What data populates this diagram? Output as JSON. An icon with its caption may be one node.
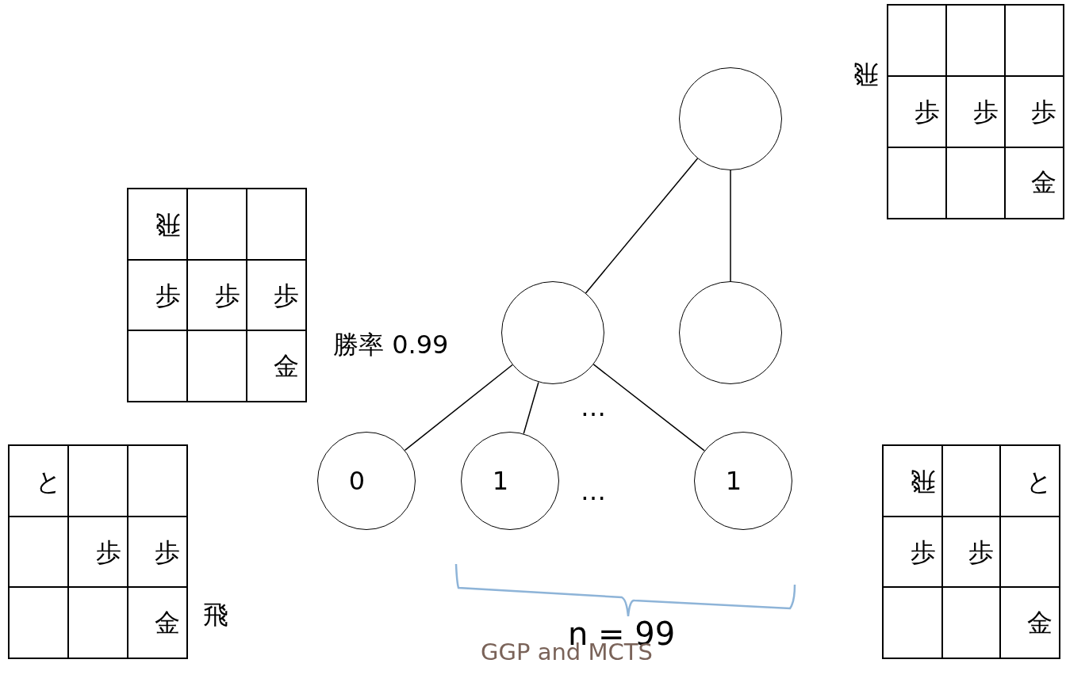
{
  "diagram": {
    "caption": "GGP and MCTS",
    "nodes": [
      {
        "text": [],
        "shape": "circle"
      },
      {
        "text": [],
        "shape": "circle",
        "beside": [
          "勝率 0.99"
        ]
      },
      {
        "text": [],
        "shape": "circle"
      },
      {
        "text": [
          "0"
        ]
      },
      {
        "text": [
          "1"
        ]
      },
      {
        "text": [
          "1"
        ]
      }
    ],
    "edges": [
      {
        "from": 0,
        "to": 1,
        "arrow": "none"
      },
      {
        "from": 0,
        "to": 2,
        "arrow": "none"
      },
      {
        "from": 1,
        "to": 3,
        "arrow": "none"
      },
      {
        "from": 1,
        "to": 4,
        "arrow": "none"
      },
      {
        "from": 1,
        "to": 5,
        "arrow": "none"
      }
    ],
    "labels": [
      "飛",
      "歩",
      "歩",
      "歩",
      "金",
      "飛",
      "歩",
      "歩",
      "歩",
      "金",
      "…",
      "と",
      "歩",
      "歩",
      "金",
      "飛",
      "…",
      "飛",
      "と",
      "歩",
      "歩",
      "金",
      "n = 99"
    ]
  }
}
